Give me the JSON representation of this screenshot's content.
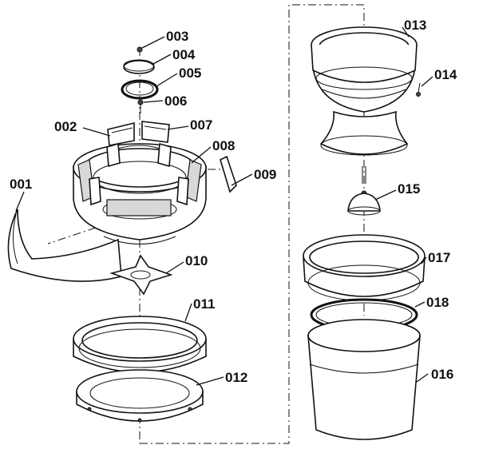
{
  "callouts": {
    "p001": "001",
    "p002": "002",
    "p003": "003",
    "p004": "004",
    "p005": "005",
    "p006": "006",
    "p007": "007",
    "p008": "008",
    "p009": "009",
    "p010": "010",
    "p011": "011",
    "p012": "012",
    "p013": "013",
    "p014": "014",
    "p015": "015",
    "p016": "016",
    "p017": "017",
    "p018": "018"
  },
  "colors": {
    "line": "#111111",
    "shade": "#d8d8d8",
    "background": "#ffffff"
  }
}
